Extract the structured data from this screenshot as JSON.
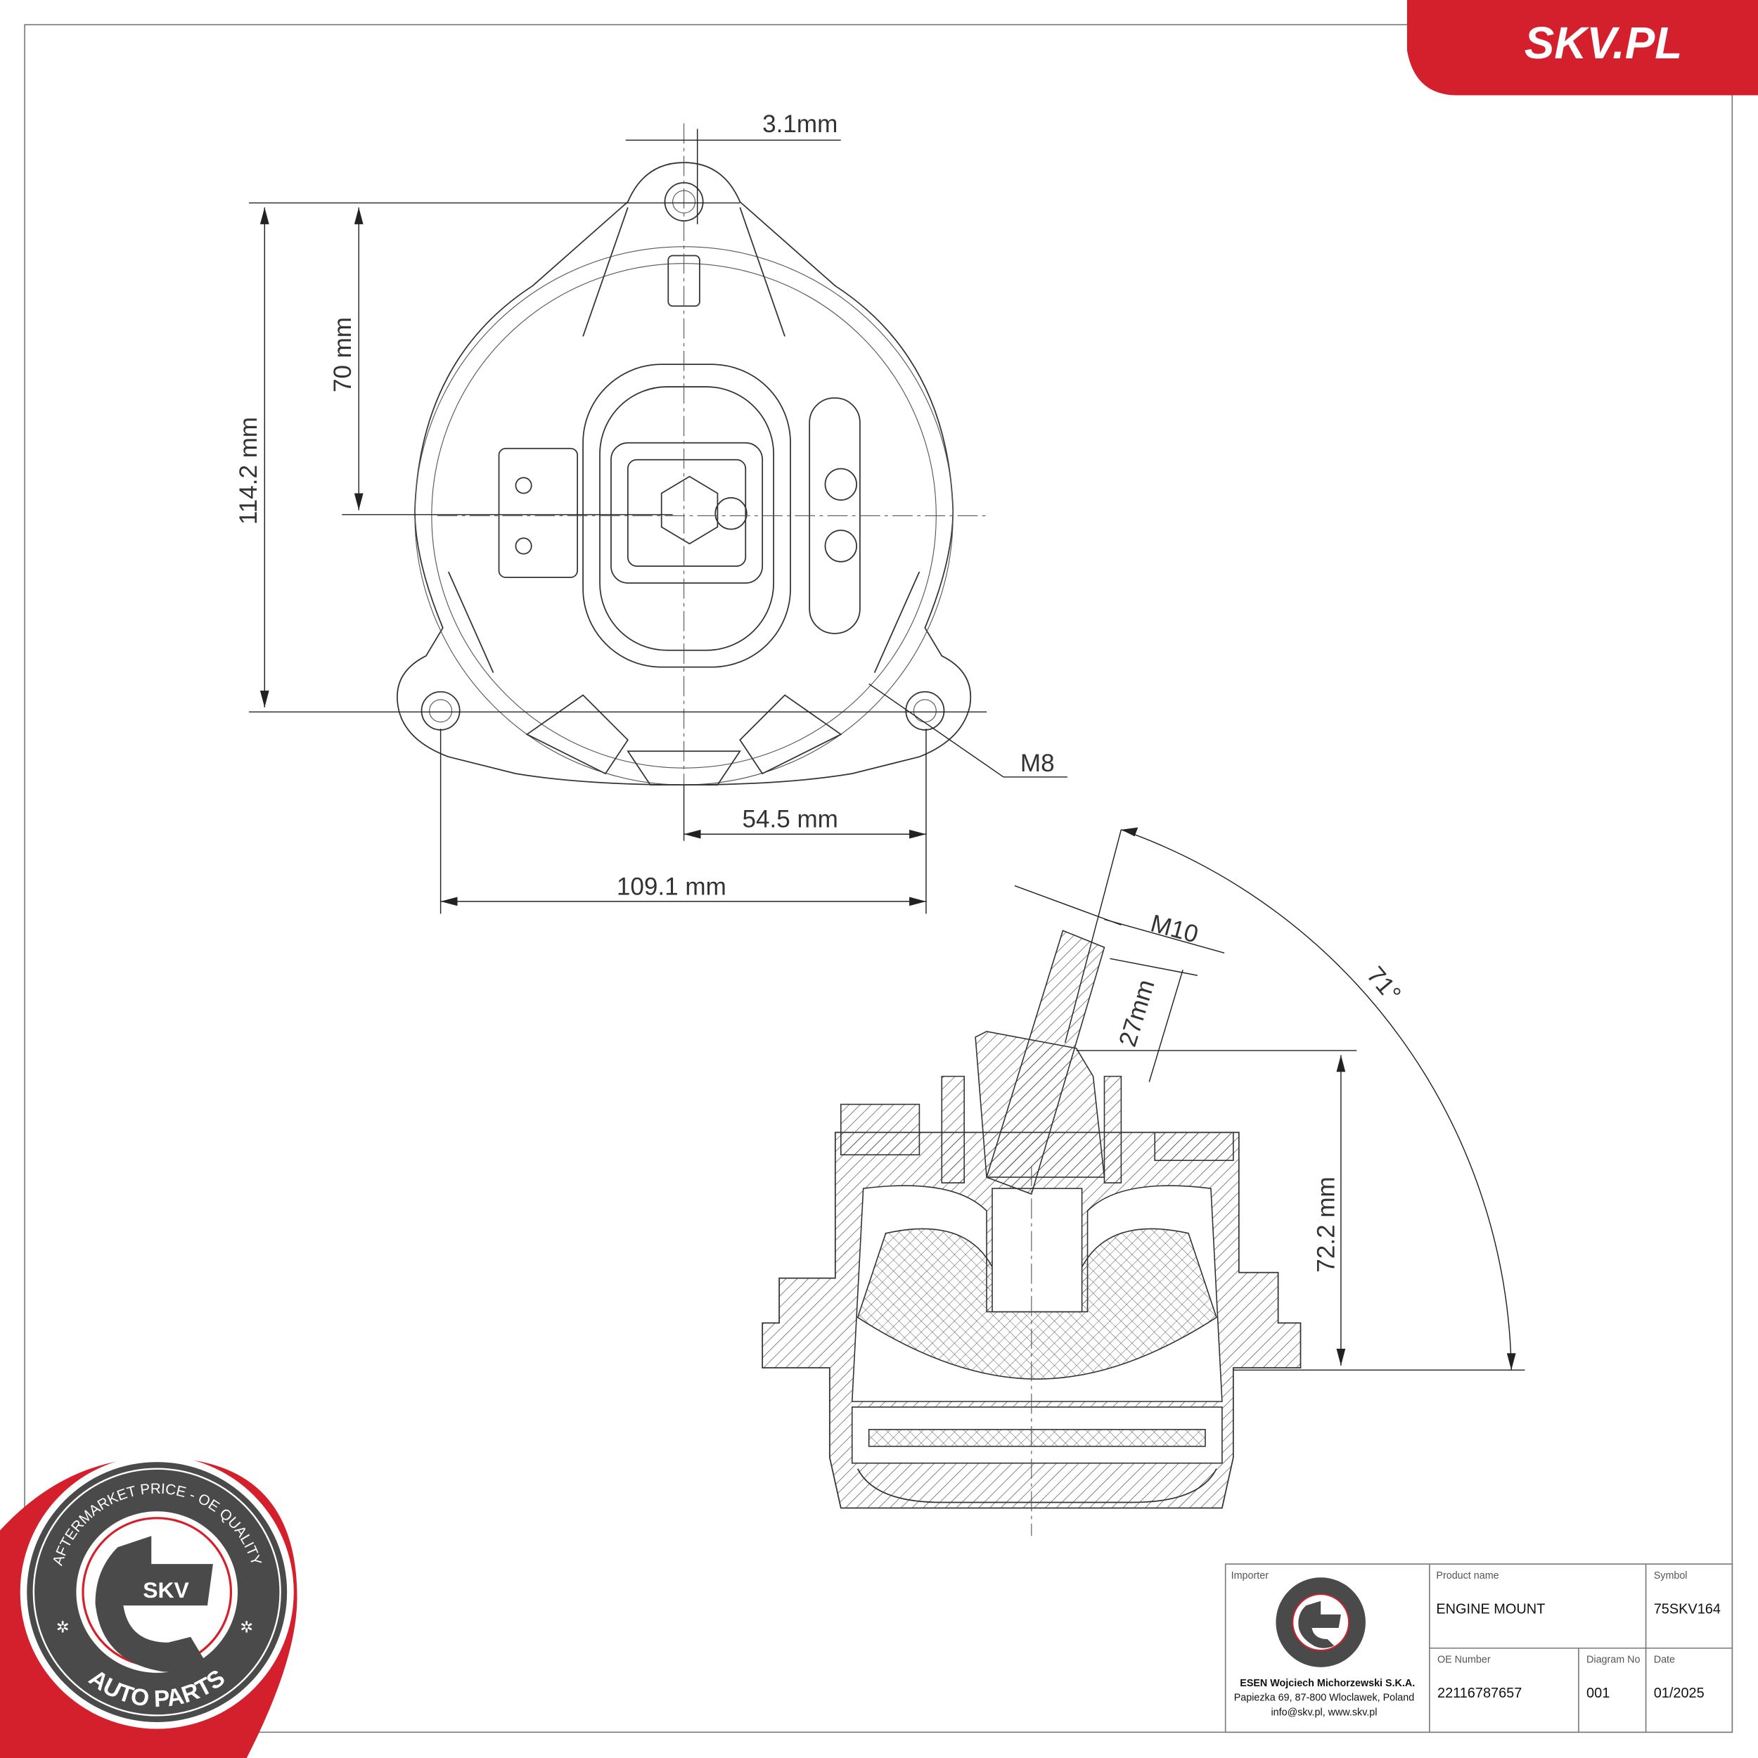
{
  "brand": {
    "site": "SKV.PL",
    "accent": "#d4202c",
    "seal_top": "AFTERMARKET PRICE - OE QUALITY",
    "seal_bottom": "AUTO PARTS",
    "seal_center": "SKV",
    "seal_gray": "#4a4a4a"
  },
  "dimensions": {
    "top_view": {
      "offset": "3.1mm",
      "height_to_center": "70 mm",
      "total_height": "114.2 mm",
      "bolt": "M8",
      "half_width": "54.5 mm",
      "total_width": "109.1 mm"
    },
    "side_view": {
      "stud": "M10",
      "stud_length": "27mm",
      "angle": "71°",
      "height": "72.2 mm"
    }
  },
  "title_block": {
    "importer_label": "Importer",
    "importer_name": "ESEN Wojciech Michorzewski S.K.A.",
    "importer_address": "Papiezka 69, 87-800 Wloclawek, Poland",
    "importer_contact": "info@skv.pl, www.skv.pl",
    "product_label": "Product name",
    "product_value": "ENGINE MOUNT",
    "symbol_label": "Symbol",
    "symbol_value": "75SKV164",
    "oe_label": "OE Number",
    "oe_value": "22116787657",
    "diagram_label": "Diagram No",
    "diagram_value": "001",
    "date_label": "Date",
    "date_value": "01/2025"
  }
}
